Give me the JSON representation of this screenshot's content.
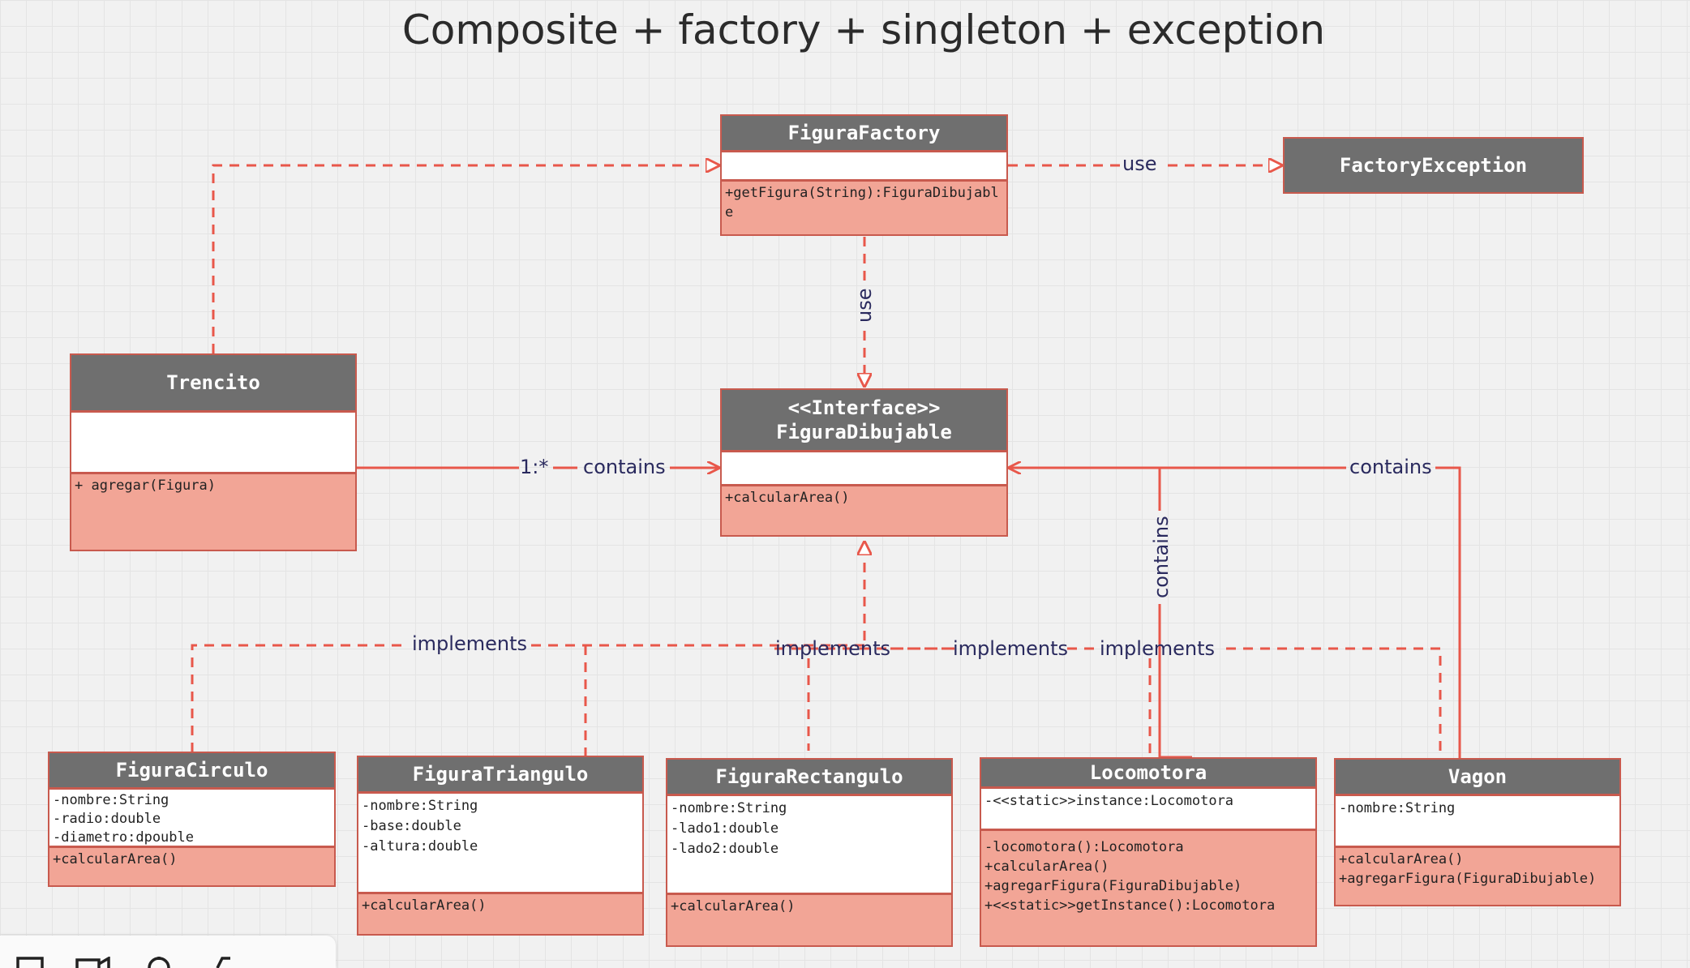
{
  "title": "Composite + factory + singleton + exception",
  "classes": {
    "figura_factory": {
      "name": "FiguraFactory",
      "attributes": [],
      "methods": [
        "+getFigura(String):FiguraDibujable"
      ]
    },
    "factory_exception": {
      "name": "FactoryException"
    },
    "trencito": {
      "name": "Trencito",
      "attributes": [],
      "methods": [
        "+ agregar(Figura)"
      ]
    },
    "figura_dibujable": {
      "stereotype": "<<Interface>>",
      "name": "FiguraDibujable",
      "attributes": [],
      "methods": [
        "+calcularArea()"
      ]
    },
    "figura_circulo": {
      "name": "FiguraCirculo",
      "attributes": [
        "-nombre:String",
        "-radio:double",
        "-diametro:dpouble"
      ],
      "methods": [
        "+calcularArea()"
      ]
    },
    "figura_triangulo": {
      "name": "FiguraTriangulo",
      "attributes": [
        "-nombre:String",
        "-base:double",
        "-altura:double"
      ],
      "methods": [
        "+calcularArea()"
      ]
    },
    "figura_rectangulo": {
      "name": "FiguraRectangulo",
      "attributes": [
        "-nombre:String",
        "-lado1:double",
        "-lado2:double"
      ],
      "methods": [
        "+calcularArea()"
      ]
    },
    "locomotora": {
      "name": "Locomotora",
      "attributes": [
        "-<<static>>instance:Locomotora"
      ],
      "methods": [
        "-locomotora():Locomotora",
        "+calcularArea()",
        "+agregarFigura(FiguraDibujable)",
        "+<<static>>getInstance():Locomotora"
      ]
    },
    "vagon": {
      "name": "Vagon",
      "attributes": [
        "-nombre:String"
      ],
      "methods": [
        "+calcularArea()",
        "+agregarFigura(FiguraDibujable)"
      ]
    }
  },
  "relations": {
    "factory_exception_use": "use",
    "factory_interface_use": "use",
    "trencito_multiplicity": "1:*",
    "trencito_contains": "contains",
    "vagon_contains": "contains",
    "locomotora_contains": "contains",
    "implements_circulo": "implements",
    "implements_rectangulo": "implements",
    "implements_locomotora": "implements",
    "implements_vagon": "implements"
  },
  "colors": {
    "header": "#6f6f6f",
    "line": "#e8574a",
    "border": "#c85a4e",
    "methods_fill": "#f2a596",
    "label_text": "#2a2a5e"
  },
  "toolbar": {
    "icons": [
      "frame-icon",
      "video-icon",
      "mic-icon",
      "pen-icon"
    ]
  }
}
